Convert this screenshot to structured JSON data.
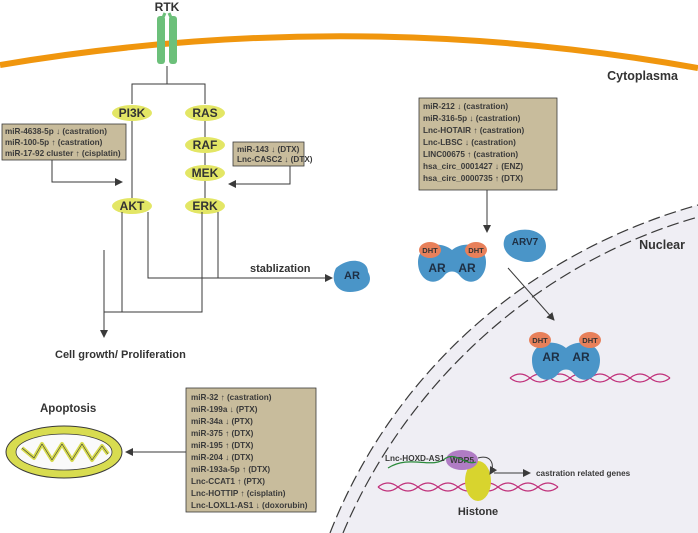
{
  "title_rtk": "RTK",
  "compartments": {
    "cytoplasm": "Cytoplasma",
    "nucleus": "Nuclear"
  },
  "pathway_nodes": {
    "pi3k": "PI3K",
    "akt": "AKT",
    "ras": "RAS",
    "raf": "RAF",
    "mek": "MEK",
    "erk": "ERK"
  },
  "labels": {
    "stabilization": "stablization",
    "cell_growth": "Cell growth/ Proliferation",
    "apoptosis": "Apoptosis",
    "histone": "Histone",
    "castration_genes": "castration related genes",
    "lnc_hoxd": "Lnc-HOXD-AS1",
    "wdr5": "WDR5",
    "ar": "AR",
    "arv7": "ARV7",
    "dht": "DHT"
  },
  "boxes": {
    "pi3k_regulators": [
      "miR-4638-5p ↓ (castration)",
      "miR-100-5p ↑ (castration)",
      "miR-17-92 cluster ↑ (cisplatin)"
    ],
    "mek_regulators": [
      "miR-143 ↓ (DTX)",
      "Lnc-CASC2 ↓ (DTX)"
    ],
    "ar_regulators": [
      "miR-212 ↓ (castration)",
      "miR-316-5p ↓ (castration)",
      "Lnc-HOTAIR ↑ (castration)",
      "Lnc-LBSC ↓ (castration)",
      "LINC00675 ↑ (castration)",
      "hsa_circ_0001427 ↓ (ENZ)",
      "hsa_circ_0000735 ↑ (DTX)"
    ],
    "apoptosis_regulators": [
      "miR-32 ↑ (castration)",
      "miR-199a ↓ (PTX)",
      "miR-34a ↓ (PTX)",
      "miR-375 ↑ (DTX)",
      "miR-195 ↑ (DTX)",
      "miR-204 ↓ (DTX)",
      "miR-193a-5p ↑ (DTX)",
      "Lnc-CCAT1 ↑ (PTX)",
      "Lnc-HOTTIP ↑ (cisplatin)",
      "Lnc-LOXL1-AS1 ↓ (doxorubin)"
    ]
  },
  "colors": {
    "membrane": "#f0960e",
    "rtk": "#6cc07a",
    "node": "#e3e665",
    "box_fill": "#c8bc9c",
    "ar_blue": "#4a95c8",
    "dht": "#e8805a",
    "nucleus_fill": "#efeef4",
    "dna": "#c0307a",
    "wdr5": "#b07cc4",
    "histone": "#d8d42e",
    "mito_fill": "#d8dc50"
  }
}
